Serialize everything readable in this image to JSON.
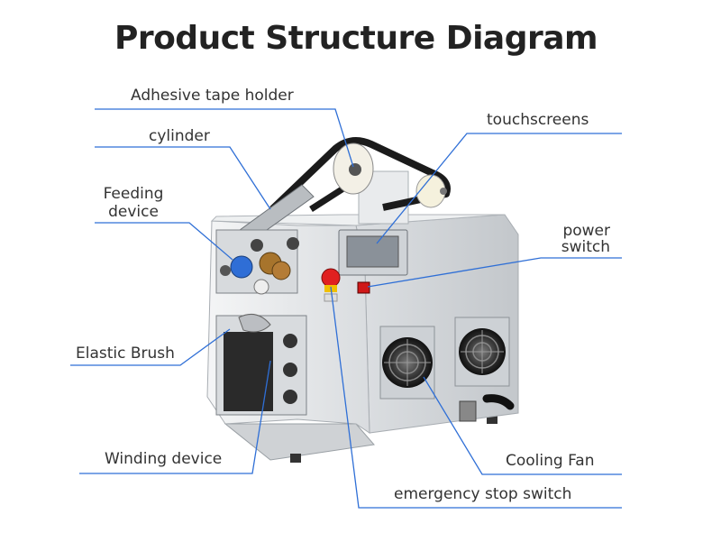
{
  "title": "Product Structure Diagram",
  "labels": {
    "adhesive_tape_holder": "Adhesive tape holder",
    "cylinder": "cylinder",
    "feeding_device_line1": "Feeding",
    "feeding_device_line2": "device",
    "elastic_brush": "Elastic Brush",
    "winding_device": "Winding device",
    "touchscreens": "touchscreens",
    "power_switch_line1": "power",
    "power_switch_line2": "switch",
    "cooling_fan": "Cooling Fan",
    "emergency_stop_switch": "emergency stop switch"
  },
  "colors": {
    "leader_line": "#2f6fd6",
    "machine_body": "#e4e6e8",
    "emergency_button": "#e02020",
    "power_switch": "#d01818"
  }
}
